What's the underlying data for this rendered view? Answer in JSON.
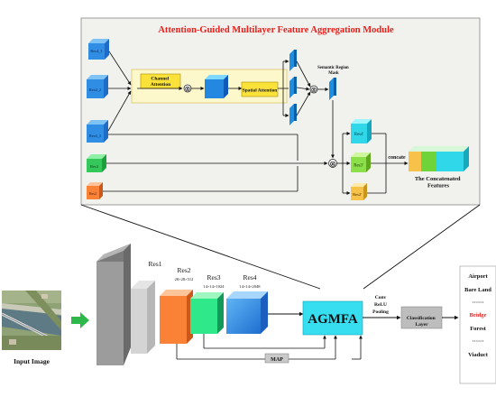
{
  "module": {
    "title": "Attention-Guided Multilayer Feature Aggregation Module",
    "inputs": [
      "Res4_1",
      "Res4_2",
      "Res4_3",
      "Res3",
      "Res2"
    ],
    "channel_attention": "Channel Attention",
    "spatial_attention": "Spatial Attention",
    "semantic_mask": "Semantic Region Mask",
    "weighted": [
      "Res4'",
      "Res3'",
      "Res2'"
    ],
    "concat_label": "concate",
    "output_label": "The Concatenated Features",
    "operator_symbol": "⊗"
  },
  "pipeline": {
    "input_label": "Input Image",
    "res1": "Res1",
    "res2": "Res2",
    "res2_dim": "28×28×512",
    "res3": "Res3",
    "res3_dim": "14×14×1024",
    "res4": "Res4",
    "res4_dim": "14×14×2048",
    "agmfa": "AGMFA",
    "map": "MAP",
    "layers": [
      "Conv",
      "ReLU",
      "Pooling"
    ],
    "classification": "Classification Layer"
  },
  "classes": [
    "Airport",
    "Bare Land",
    "······",
    "Bridge",
    "Forest",
    "······",
    "Viaduct"
  ],
  "highlight_class": "Bridge",
  "colors": {
    "title_red": "#e8201b",
    "panel_bg": "#f1f1ee",
    "blue": "#2f8de4",
    "cyan": "#2fd7e8",
    "green": "#34c75a",
    "orange": "#f98237",
    "yellow": "#fbe23a",
    "gray": "#9c9c9c"
  }
}
